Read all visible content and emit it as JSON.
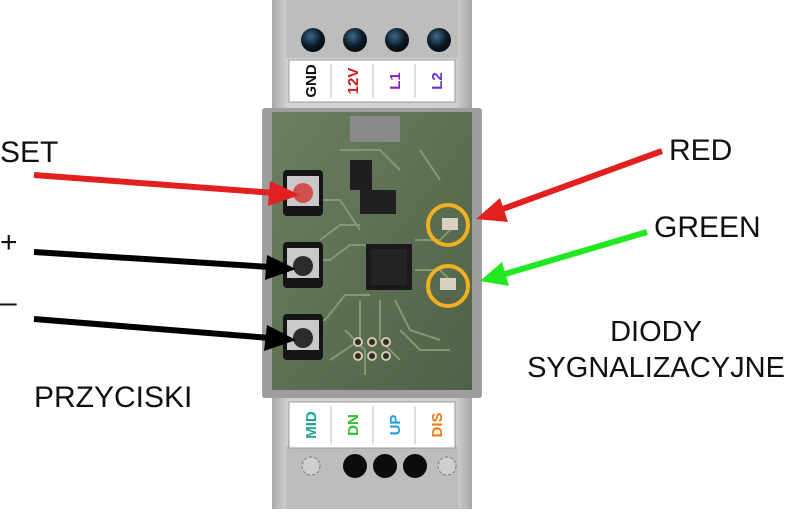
{
  "labels": {
    "set": "SET",
    "plus": "+",
    "minus": "–",
    "red": "RED",
    "green": "GREEN",
    "przyciski": "PRZYCISKI",
    "diody_line1": "DIODY",
    "diody_line2": "SYGNALIZACYJNE"
  },
  "terminal_labels_top": [
    {
      "text": "GND",
      "color": "#111111"
    },
    {
      "text": "12V",
      "color": "#d01818"
    },
    {
      "text": "L1",
      "color": "#8a20c8"
    },
    {
      "text": "L2",
      "color": "#6a2fd0"
    }
  ],
  "terminal_labels_bottom": [
    {
      "text": "MID",
      "color": "#1aa58a"
    },
    {
      "text": "DN",
      "color": "#2fbf2f"
    },
    {
      "text": "UP",
      "color": "#1e9fe0"
    },
    {
      "text": "DIS",
      "color": "#f07a18"
    }
  ],
  "colors": {
    "arrow_red": "#e32020",
    "arrow_black": "#000000",
    "arrow_green": "#22e822",
    "highlight_ring": "#f0b020",
    "pcb": "#5c6f52",
    "housing": "#c9c9c9"
  }
}
